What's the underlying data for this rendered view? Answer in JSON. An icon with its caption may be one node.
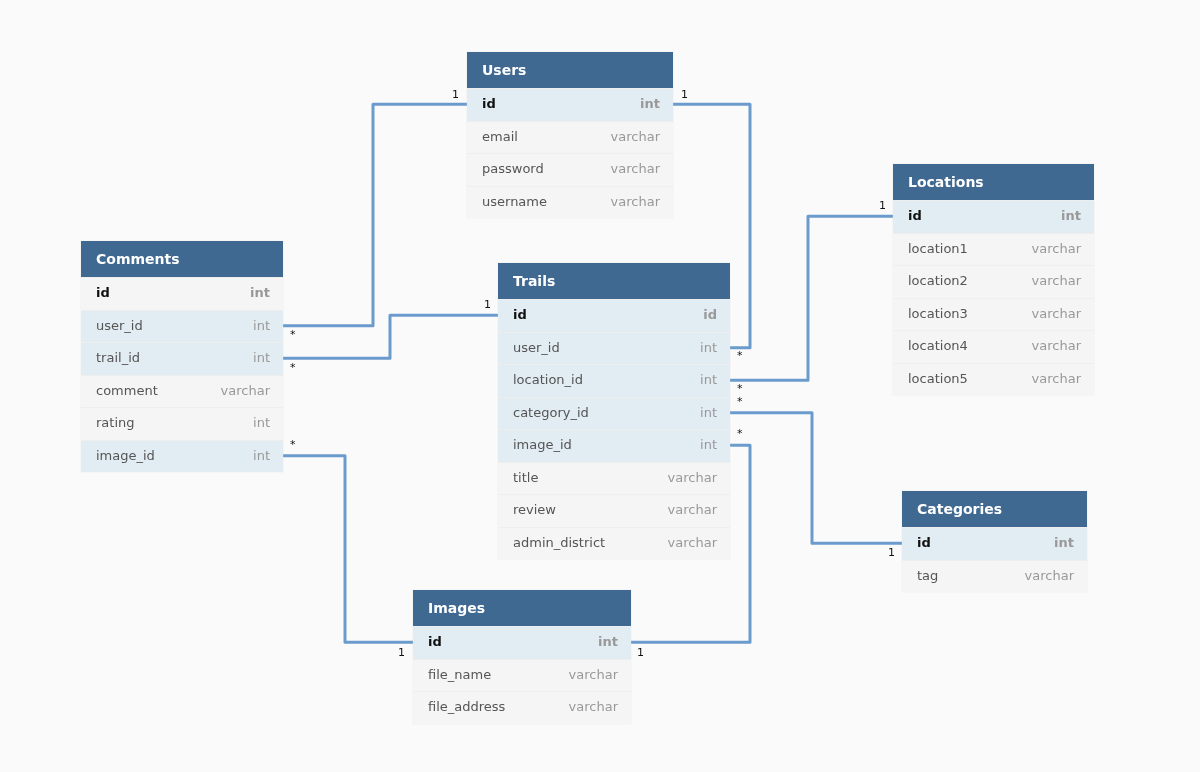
{
  "diagram": {
    "nodes": [
      {
        "text": [
          "Users"
        ]
      },
      {
        "text": [
          "id",
          "int"
        ],
        "in": 0
      },
      {
        "text": [
          "email",
          "varchar"
        ],
        "in": 0
      },
      {
        "text": [
          "password",
          "varchar"
        ],
        "in": 0
      },
      {
        "text": [
          "username",
          "varchar"
        ],
        "in": 0
      },
      {
        "text": [
          "Locations"
        ]
      },
      {
        "text": [
          "id",
          "int"
        ],
        "in": 5
      },
      {
        "text": [
          "location1",
          "varchar"
        ],
        "in": 5
      },
      {
        "text": [
          "location2",
          "varchar"
        ],
        "in": 5
      },
      {
        "text": [
          "location3",
          "varchar"
        ],
        "in": 5
      },
      {
        "text": [
          "location4",
          "varchar"
        ],
        "in": 5
      },
      {
        "text": [
          "location5",
          "varchar"
        ],
        "in": 5
      },
      {
        "text": [
          "Comments"
        ]
      },
      {
        "text": [
          "id",
          "int"
        ],
        "in": 12
      },
      {
        "text": [
          "user_id",
          "int"
        ],
        "in": 12
      },
      {
        "text": [
          "trail_id",
          "int"
        ],
        "in": 12
      },
      {
        "text": [
          "comment",
          "varchar"
        ],
        "in": 12
      },
      {
        "text": [
          "rating",
          "int"
        ],
        "in": 12
      },
      {
        "text": [
          "image_id",
          "int"
        ],
        "in": 12
      },
      {
        "text": [
          "Trails"
        ]
      },
      {
        "text": [
          "id",
          "id"
        ],
        "in": 19
      },
      {
        "text": [
          "user_id",
          "int"
        ],
        "in": 19
      },
      {
        "text": [
          "location_id",
          "int"
        ],
        "in": 19
      },
      {
        "text": [
          "category_id",
          "int"
        ],
        "in": 19
      },
      {
        "text": [
          "image_id",
          "int"
        ],
        "in": 19
      },
      {
        "text": [
          "title",
          "varchar"
        ],
        "in": 19
      },
      {
        "text": [
          "review",
          "varchar"
        ],
        "in": 19
      },
      {
        "text": [
          "admin_district",
          "varchar"
        ],
        "in": 19
      },
      {
        "text": [
          "Categories"
        ]
      },
      {
        "text": [
          "id",
          "int"
        ],
        "in": 28
      },
      {
        "text": [
          "tag",
          "varchar"
        ],
        "in": 28
      },
      {
        "text": [
          "Images"
        ]
      },
      {
        "text": [
          "id",
          "int"
        ],
        "in": 31
      },
      {
        "text": [
          "file_name",
          "varchar"
        ],
        "in": 31
      },
      {
        "text": [
          "file_address",
          "varchar"
        ],
        "in": 31
      }
    ],
    "edges": [
      {
        "from": 14,
        "to": 1,
        "arrow": "none"
      },
      {
        "from": 15,
        "to": 20,
        "arrow": "none"
      },
      {
        "from": 21,
        "to": 1,
        "arrow": "none"
      },
      {
        "from": 22,
        "to": 6,
        "arrow": "none"
      },
      {
        "from": 23,
        "to": 29,
        "arrow": "none"
      },
      {
        "from": 24,
        "to": 32,
        "arrow": "none"
      },
      {
        "from": 18,
        "to": 32,
        "arrow": "none"
      }
    ],
    "labels": [
      "1",
      "1",
      "1",
      "1",
      "*",
      "*",
      "*",
      "*",
      "*",
      "*",
      "*",
      "1",
      "1",
      "1"
    ]
  }
}
